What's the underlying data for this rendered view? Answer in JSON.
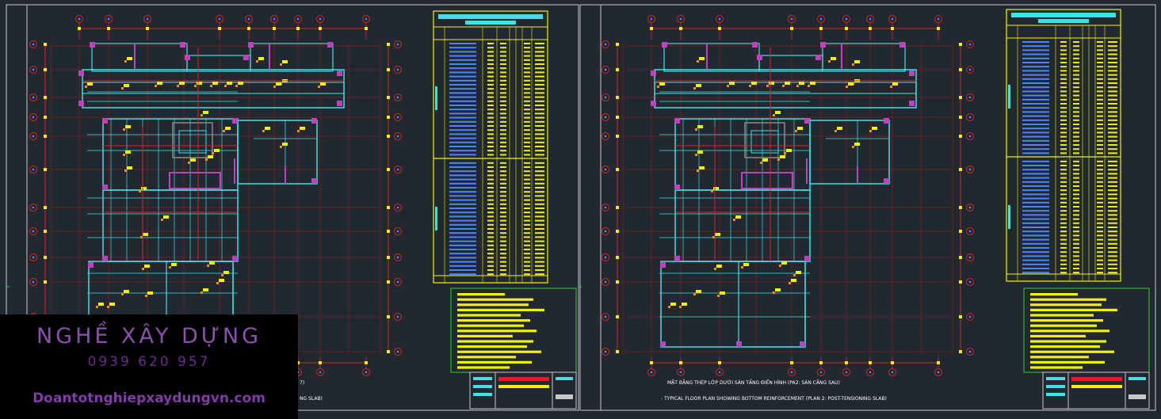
{
  "drawing": {
    "caption_left_1": "7)",
    "caption_left_2": "NG SLAB)",
    "caption_right_1": "MẶT BẰNG THÉP LỚP DƯỚI SÀN TẦNG ĐIỂN HÌNH (PA2: SÀN CĂNG SAU)",
    "caption_right_2": "- TYPICAL FLOOR PLAN SHOWING BOTTOM REINFORCEMENT (PLAN 2: POST-TENSIONING SLAB)"
  },
  "watermark": {
    "title": "NGHỀ XÂY DỰNG",
    "phone": "0939 620 957",
    "url": "Doantotnghiepxaydungvn.com"
  },
  "colors": {
    "background": "#212830",
    "grid_red": "#e0202a",
    "cyan": "#3fe0e6",
    "magenta": "#c040c0",
    "yellow": "#f2f200",
    "grey_frame": "#c8c8c8",
    "watermark_purple": "#8d4fb0"
  }
}
